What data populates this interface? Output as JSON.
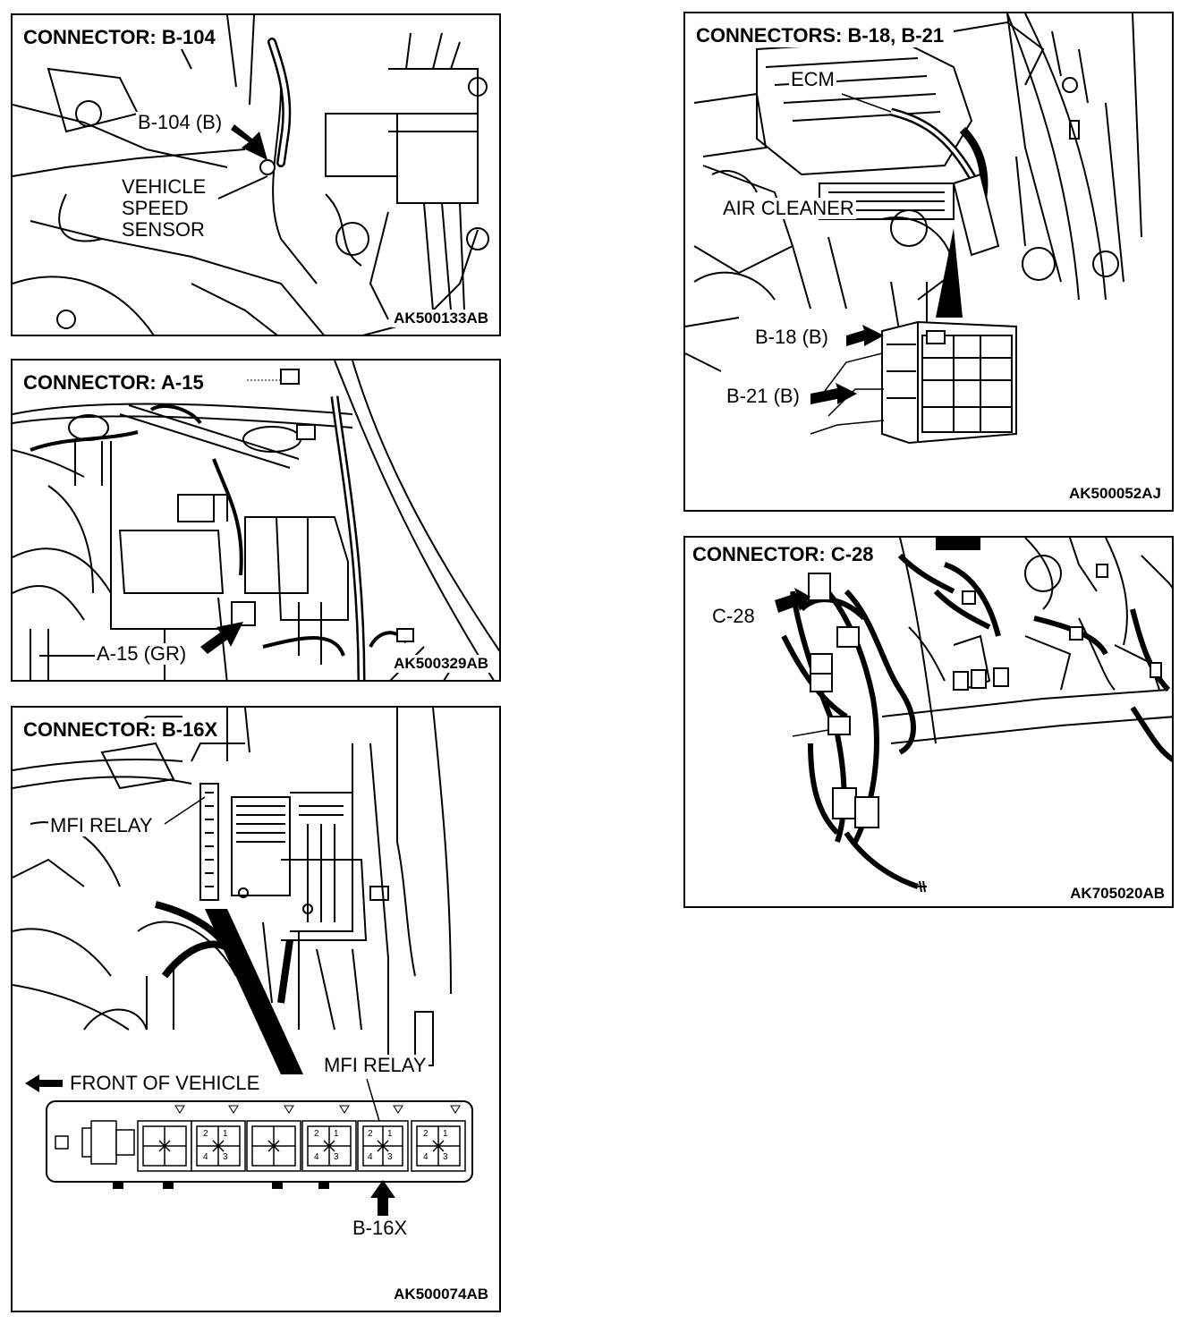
{
  "panels": {
    "b104": {
      "title": "CONNECTOR: B-104",
      "code": "AK500133AB",
      "connector_label": "B-104 (B)",
      "sensor_label": [
        "VEHICLE",
        "SPEED",
        "SENSOR"
      ]
    },
    "a15": {
      "title": "CONNECTOR: A-15",
      "code": "AK500329AB",
      "connector_label": "A-15 (GR)"
    },
    "b16x": {
      "title": "CONNECTOR: B-16X",
      "code": "AK500074AB",
      "relay_label_top": "MFI RELAY",
      "relay_label_detail": "MFI RELAY",
      "front_label": "FRONT OF VEHICLE",
      "connector_label": "B-16X",
      "pins": [
        "2",
        "1",
        "4",
        "3"
      ]
    },
    "b18": {
      "title": "CONNECTORS: B-18, B-21",
      "code": "AK500052AJ",
      "ecm_label": "ECM",
      "air_cleaner_label": "AIR CLEANER",
      "b18_label": "B-18 (B)",
      "b21_label": "B-21 (B)"
    },
    "c28": {
      "title": "CONNECTOR: C-28",
      "code": "AK705020AB",
      "connector_label": "C-28"
    }
  }
}
